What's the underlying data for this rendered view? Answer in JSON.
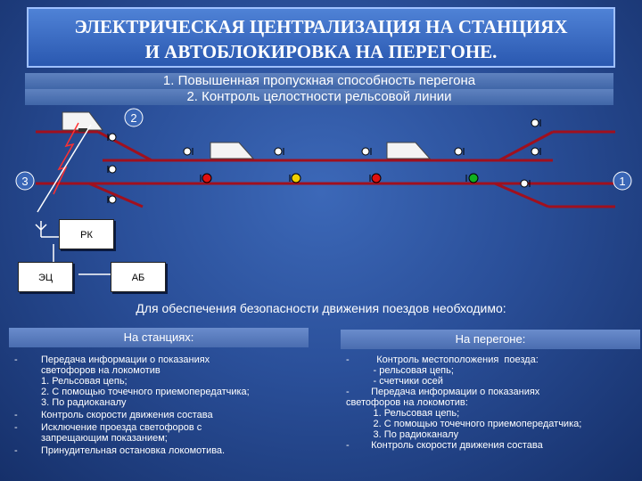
{
  "title": {
    "line1": "ЭЛЕКТРИЧЕСКАЯ ЦЕНТРАЛИЗАЦИЯ НА СТАНЦИЯХ",
    "line2": "И АВТОБЛОКИРОВКА НА ПЕРЕГОНЕ."
  },
  "benefits": [
    "1. Повышенная пропускная способность перегона",
    "2. Контроль целостности рельсовой линии"
  ],
  "scheme": {
    "marker_left": "3",
    "marker_right": "1",
    "marker_top": "2",
    "box_rk": "РК",
    "box_ec": "ЭЦ",
    "box_ab": "АБ"
  },
  "requirement": "Для обеспечения безопасности движения поездов необходимо:",
  "stations": {
    "heading": "На станциях:",
    "items": [
      {
        "dash": "-",
        "lines": [
          "Передача информации о показаниях",
          "светофоров на локомотив",
          "1. Рельсовая цепь;",
          "2. С помощью точечного приемопередатчика;",
          "3. По радиоканалу"
        ]
      },
      {
        "dash": "-",
        "lines": [
          "Контроль скорости движения состава"
        ]
      },
      {
        "dash": "-",
        "lines": [
          "Исключение проезда светофоров с",
          "запрещающим показанием;"
        ]
      },
      {
        "dash": "-",
        "lines": [
          "Принудительная остановка локомотива."
        ]
      }
    ]
  },
  "haul": {
    "heading": "На перегоне:",
    "lines": [
      "-          Контроль местоположения  поезда:",
      "          - рельсовая цепь;",
      "          - счетчики осей",
      "-        Передача информации о показаниях",
      "светофоров на локомотив:",
      "          1. Рельсовая цепь;",
      "          2. С помощью точечного приемопередатчика;",
      "          3. По радиоканалу",
      "-        Контроль скорости движения состава"
    ]
  },
  "colors": {
    "track": "#a0101e",
    "signal_red": "#e01010",
    "signal_yellow": "#f0d000",
    "signal_green": "#10b020"
  }
}
